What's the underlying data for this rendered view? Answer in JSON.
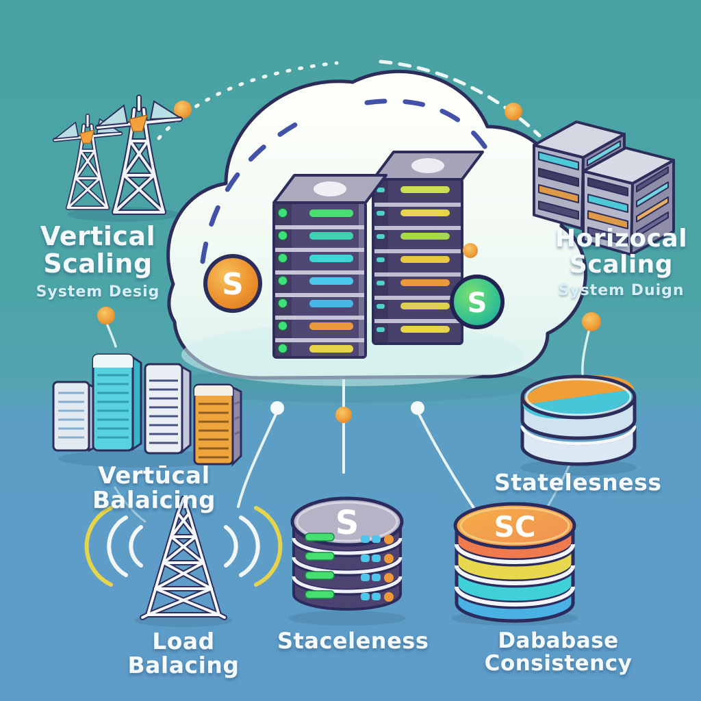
{
  "concepts": {
    "vertical_scaling": {
      "title": "Vertical Scaling",
      "subtitle": "System Desig"
    },
    "horizontal_scaling": {
      "title": "Horizocal Scaling",
      "subtitle": "System Duign"
    },
    "vertical_balancing": {
      "label": "Vertūcal Balaicing"
    },
    "statelessness_mid": {
      "label": "Statelesness"
    },
    "load_balancing": {
      "label": "Load Balacing"
    },
    "statelessness_bottom": {
      "label": "Staceleness"
    },
    "database_consistency": {
      "label": "Dababase Consistency"
    }
  },
  "badges": {
    "cloud_left": "S",
    "cloud_right": "S",
    "db_stack": "S",
    "sc_stack": "SC"
  },
  "colors": {
    "background_top": "#49a2a2",
    "background_bottom": "#5f9cc9",
    "outline_navy": "#2d2d5c",
    "cloud_white": "#fbfefb",
    "accent_orange": "#f0a03c",
    "badge_orange": "#ee8f2e",
    "badge_green": "#35c493",
    "led_green": "#3fe07a",
    "disc_cyan": "#46c6d8",
    "disc_yellow": "#e8d84e",
    "disc_red": "#ee7a4e",
    "disc_blue": "#49b2e2"
  }
}
